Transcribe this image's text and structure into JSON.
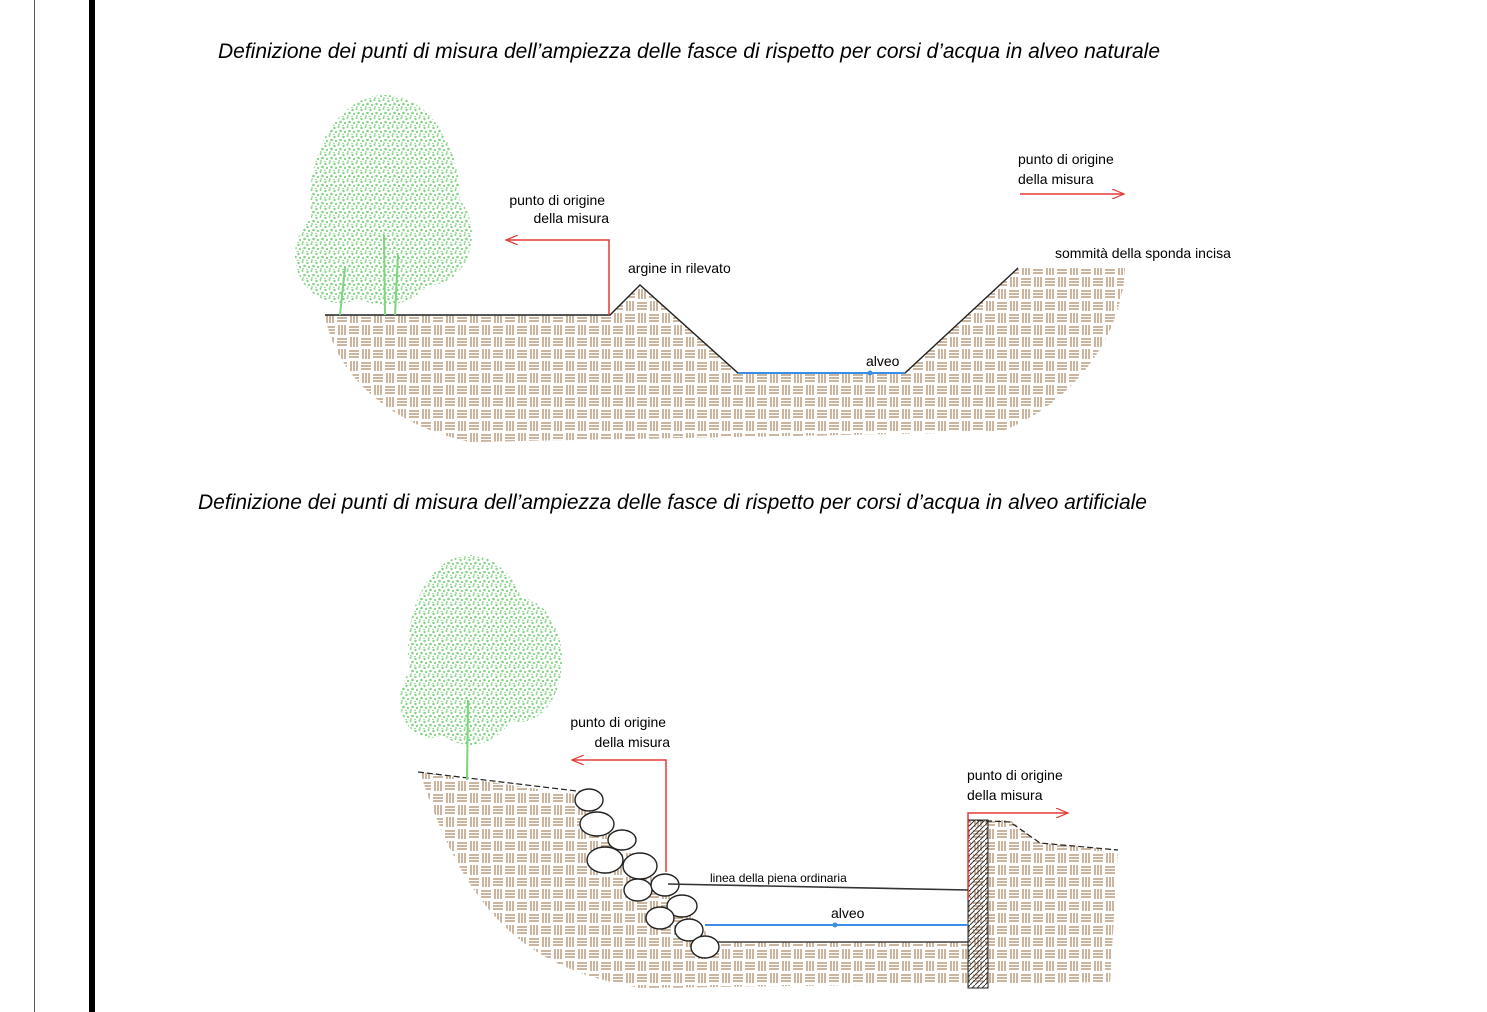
{
  "titles": {
    "natural": "Definizione dei punti di misura dell’ampiezza delle fasce di rispetto per corsi d’acqua in alveo naturale",
    "artificial": "Definizione dei punti di misura dell’ampiezza delle fasce di rispetto per corsi d’acqua in alveo artificiale"
  },
  "natural": {
    "origin_left": [
      "punto di origine",
      "della misura"
    ],
    "origin_right": [
      "punto di origine",
      "della misura"
    ],
    "embankment": "argine in rilevato",
    "bank_top": "sommità della sponda incisa",
    "riverbed": "alveo"
  },
  "artificial": {
    "origin_left": [
      "punto di origine",
      "della misura"
    ],
    "origin_right": [
      "punto di origine",
      "della misura"
    ],
    "flood_line": "linea della piena ordinaria",
    "riverbed": "alveo"
  },
  "colors": {
    "soil": "#b08d6a",
    "tree": "#7fd47f",
    "arrow": "#e53935",
    "water": "#3a8ee6"
  }
}
